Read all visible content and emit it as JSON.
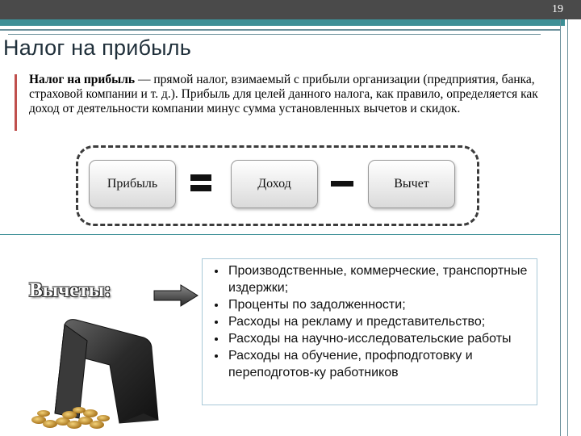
{
  "slide_number": "19",
  "title": "Налог на прибыль",
  "definition": {
    "term": "Налог на прибыль",
    "text": " — прямой налог, взимаемый с прибыли организации (предприятия, банка, страховой компании и т. д.). Прибыль для целей данного налога, как правило, определяется как доход от деятельности компании минус сумма установленных вычетов и скидок."
  },
  "formula": {
    "profit_label": "Прибыль",
    "income_label": "Доход",
    "deduction_label": "Вычет"
  },
  "deductions": {
    "label": "Вычеты:",
    "items": [
      "Производственные, коммерческие, транспортные издержки;",
      "Проценты по задолженности;",
      "Расходы на рекламу и представительство;",
      "Расходы на научно-исследовательские работы",
      "Расходы на обучение, профподготовку и переподготов-ку работников"
    ]
  },
  "colors": {
    "accent_teal": "#3d8f96",
    "top_bar": "#4a4a4a",
    "definition_bar": "#c0504d"
  },
  "icons": [
    "arrow-right-icon",
    "wallet-coins-image"
  ]
}
